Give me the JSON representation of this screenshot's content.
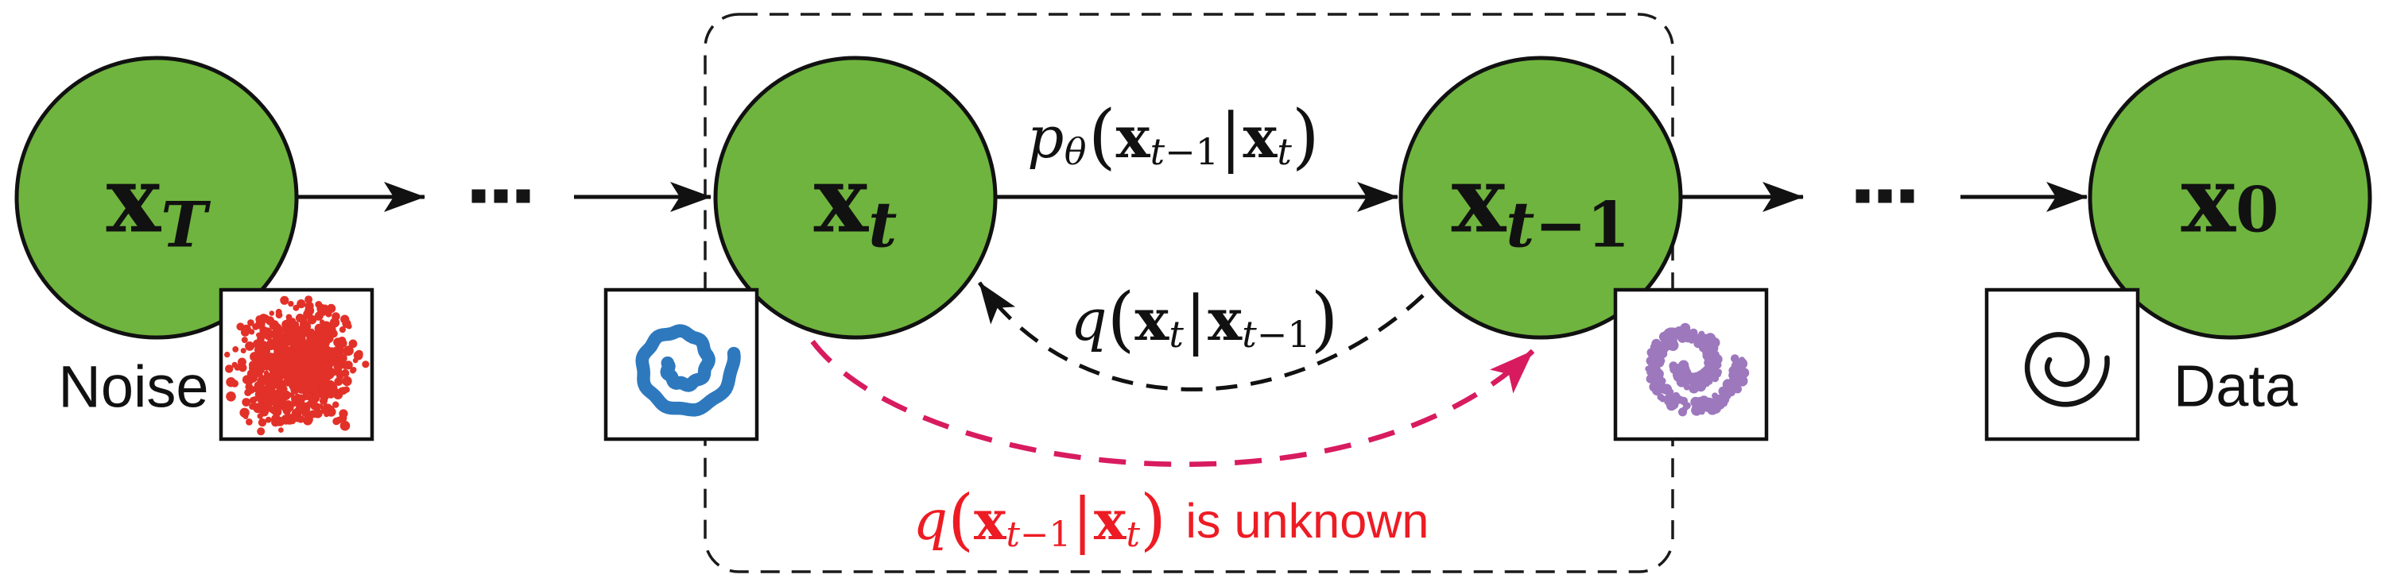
{
  "figure": {
    "type": "diffusion-process-diagram",
    "background": "#ffffff",
    "colors": {
      "node_fill": "#6fb43e",
      "outline": "#111111",
      "noise_scatter": "#e23128",
      "spiral_blue": "#2e79be",
      "spiral_purple": "#9d78bd",
      "spiral_black": "#141414",
      "unknown_arc": "#d81b5f",
      "unknown_text": "#ed1c24"
    },
    "nodes": [
      {
        "id": "xT",
        "base": "x",
        "sub_italic": "T",
        "sub_rest": ""
      },
      {
        "id": "xt",
        "base": "x",
        "sub_italic": "t",
        "sub_rest": ""
      },
      {
        "id": "xt1",
        "base": "x",
        "sub_italic": "t",
        "sub_rest": "−1"
      },
      {
        "id": "x0",
        "base": "x",
        "sub_italic": "",
        "sub_rest": "0"
      }
    ],
    "ellipsis": "⋯",
    "equations": {
      "forward": {
        "fn": "p",
        "fn_sub": "θ",
        "open": "(",
        "arg1": "x",
        "arg1_sub_italic": "t",
        "arg1_sub_rest": "−1",
        "bar": "|",
        "arg2": "x",
        "arg2_sub_italic": "t",
        "arg2_sub_rest": "",
        "close": ")"
      },
      "reverse": {
        "fn": "q",
        "open": "(",
        "arg1": "x",
        "arg1_sub_italic": "t",
        "arg1_sub_rest": "",
        "bar": "|",
        "arg2": "x",
        "arg2_sub_italic": "t",
        "arg2_sub_rest": "−1",
        "close": ")"
      },
      "unknown": {
        "fn": "q",
        "open": "(",
        "arg1": "x",
        "arg1_sub_italic": "t",
        "arg1_sub_rest": "−1",
        "bar": "|",
        "arg2": "x",
        "arg2_sub_italic": "t",
        "arg2_sub_rest": "",
        "close": ")",
        "suffix": "is unknown"
      }
    },
    "captions": {
      "noise": "Noise",
      "data": "Data"
    }
  }
}
